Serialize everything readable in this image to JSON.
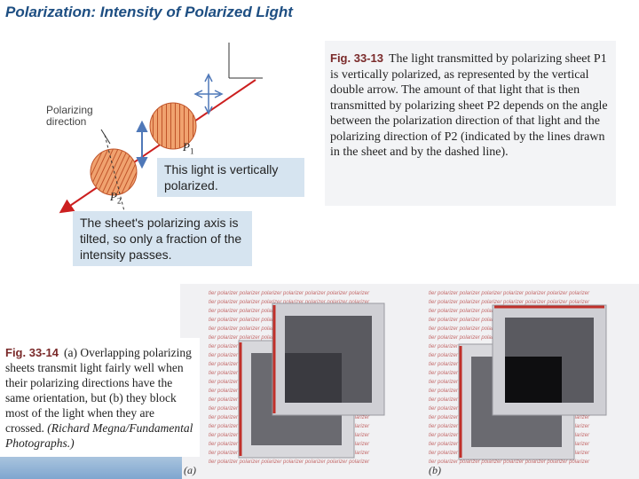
{
  "title": "Polarization: Intensity of Polarized Light",
  "fig13": {
    "diagram": {
      "polarizing_direction_label": "Polarizing direction",
      "sheet1_label": "P",
      "sheet1_sub": "1",
      "sheet2_label": "P",
      "sheet2_sub": "2",
      "callout1": "This light is vertically polarized.",
      "callout2": "The sheet's polarizing axis is tilted, so only a fraction of the intensity passes."
    },
    "caption": {
      "tag": "Fig. 33-13",
      "text": "The light transmitted by polarizing sheet P1 is vertically polarized, as represented by the vertical double arrow. The amount of that light that is then transmitted by polarizing sheet P2 depends on the angle between the polarization direction of that light and the polarizing direction of P2 (indicated by the lines drawn in the sheet and by the dashed line)."
    }
  },
  "fig14": {
    "caption": {
      "tag": "Fig. 33-14",
      "text": "(a) Overlapping polarizing sheets transmit light fairly well when their polarizing directions have the same orientation, but (b) they block most of the light when they are crossed.",
      "credit": "(Richard Megna/Fundamental Photographs.)"
    },
    "photo": {
      "background_text": "tier polarizer polarizer polarizer polarizer polarizer polarizer polarizer",
      "panel_a_label": "(a)",
      "panel_b_label": "(b)"
    }
  },
  "colors": {
    "title": "#1d4e82",
    "callout_bg": "#d6e4f0",
    "sheet_fill": "#f0a26f",
    "sheet_lines": "#c0542a",
    "light_arrow": "#cc1f1f",
    "polarization_arrow": "#4f78b8",
    "footer_band": "#7fa6cf"
  }
}
